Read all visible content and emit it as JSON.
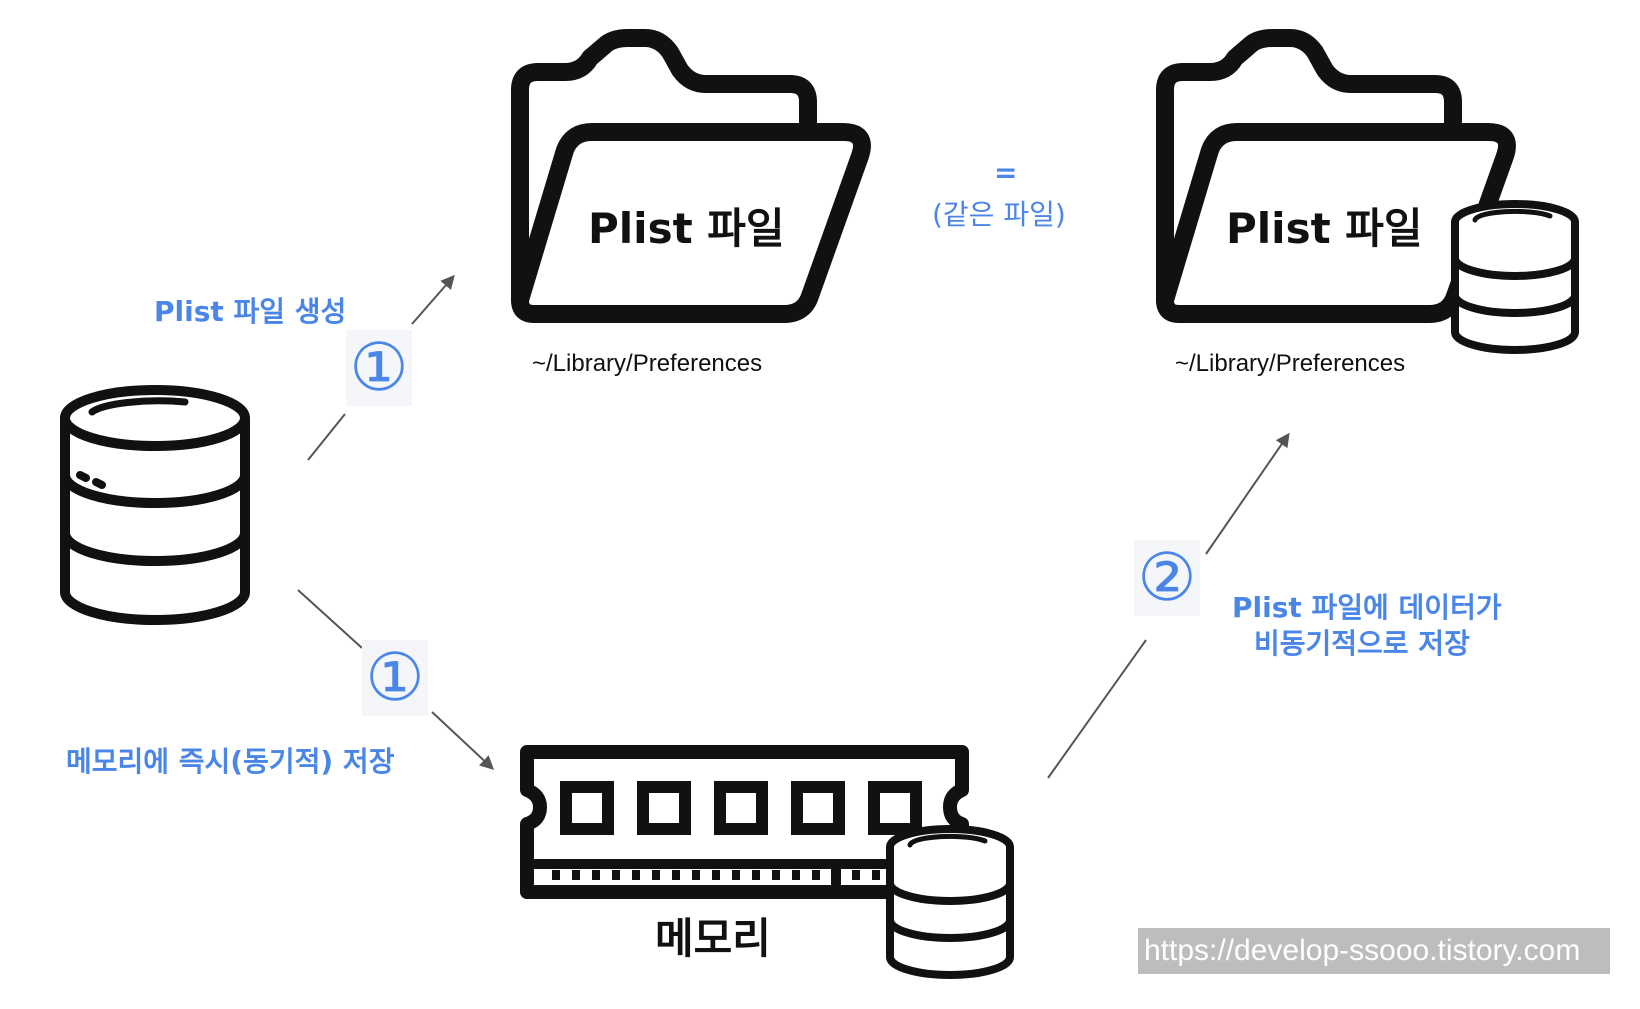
{
  "folder_left": {
    "title": "Plist 파일",
    "path": "~/Library/Preferences"
  },
  "folder_right": {
    "title": "Plist 파일",
    "path": "~/Library/Preferences"
  },
  "equals": {
    "symbol": "=",
    "caption": "(같은 파일)"
  },
  "steps": {
    "create_label": "Plist 파일 생성",
    "create_marker": "①",
    "memory_label": "메모리에 즉시(동기적) 저장",
    "memory_marker": "①",
    "async_label_line1": "Plist 파일에 데이터가",
    "async_label_line2": "비동기적으로 저장",
    "async_marker": "②"
  },
  "memory": {
    "label": "메모리"
  },
  "watermark": "https://develop-ssooo.tistory.com",
  "colors": {
    "accent": "#4a86e8",
    "stroke": "#111111",
    "arrow": "#555555",
    "watermark_bg": "#bdbdbd"
  }
}
